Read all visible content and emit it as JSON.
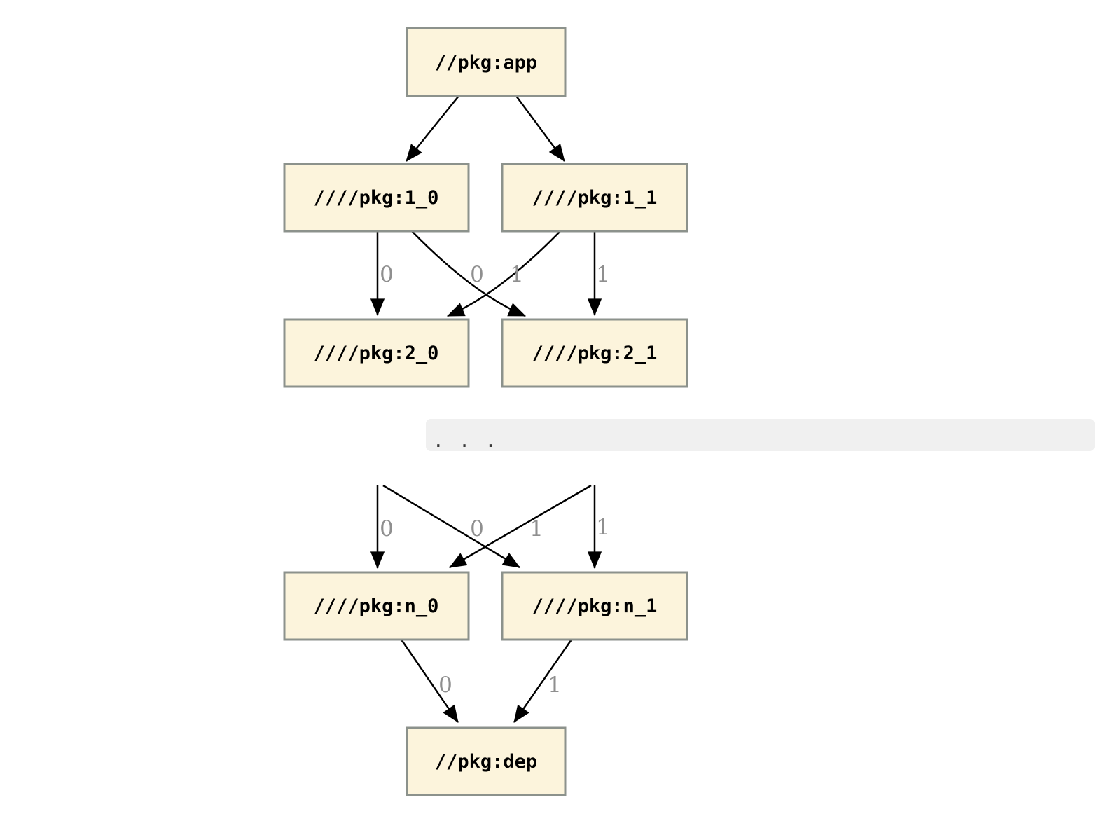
{
  "colors": {
    "background": "#ffffff",
    "node_fill": "#fcf4dc",
    "node_border": "#8c928c",
    "node_text": "#000000",
    "edge": "#000000",
    "edge_label": "#8f8f8f",
    "ellipsis_band": "#f0f0f0",
    "ellipsis_dots": "#3a3a3a"
  },
  "graph": {
    "ellipsis": ". . .",
    "nodes": [
      {
        "id": "app",
        "label": "//pkg:app"
      },
      {
        "id": "l1_0",
        "label": "////pkg:1_0"
      },
      {
        "id": "l1_1",
        "label": "////pkg:1_1"
      },
      {
        "id": "l2_0",
        "label": "////pkg:2_0"
      },
      {
        "id": "l2_1",
        "label": "////pkg:2_1"
      },
      {
        "id": "ln_0",
        "label": "////pkg:n_0"
      },
      {
        "id": "ln_1",
        "label": "////pkg:n_1"
      },
      {
        "id": "dep",
        "label": "//pkg:dep"
      }
    ],
    "edges": [
      {
        "from": "app",
        "to": "l1_0",
        "label": ""
      },
      {
        "from": "app",
        "to": "l1_1",
        "label": ""
      },
      {
        "from": "l1_0",
        "to": "l2_0",
        "label": "0"
      },
      {
        "from": "l1_0",
        "to": "l2_1",
        "label": "0"
      },
      {
        "from": "l1_1",
        "to": "l2_0",
        "label": "1"
      },
      {
        "from": "l1_1",
        "to": "l2_1",
        "label": "1"
      },
      {
        "from": "elided_0",
        "to": "ln_0",
        "label": "0"
      },
      {
        "from": "elided_0",
        "to": "ln_1",
        "label": "0"
      },
      {
        "from": "elided_1",
        "to": "ln_0",
        "label": "1"
      },
      {
        "from": "elided_1",
        "to": "ln_1",
        "label": "1"
      },
      {
        "from": "ln_0",
        "to": "dep",
        "label": "0"
      },
      {
        "from": "ln_1",
        "to": "dep",
        "label": "1"
      }
    ]
  }
}
